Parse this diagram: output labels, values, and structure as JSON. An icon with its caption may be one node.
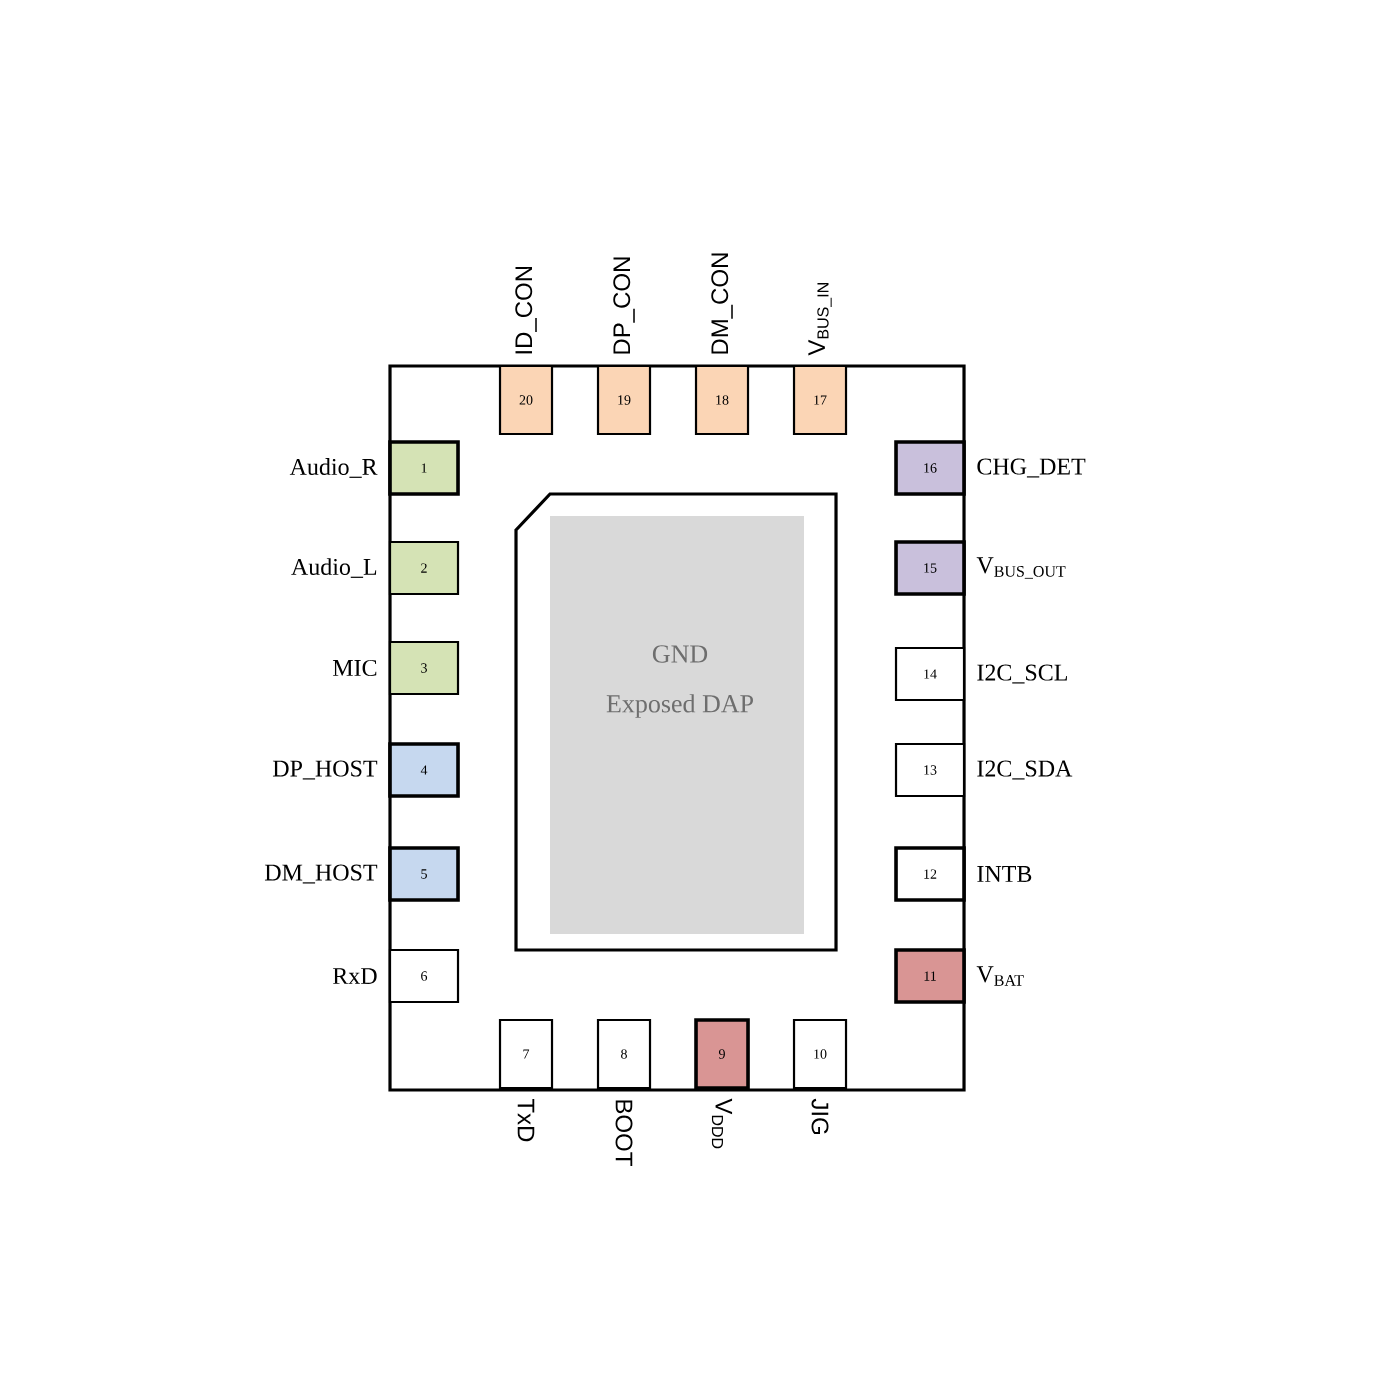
{
  "diagram": {
    "nodes": [
      {
        "text": [],
        "shape": "box"
      },
      {
        "text": [
          "1"
        ],
        "in": 0,
        "beside": [
          "Audio_R"
        ]
      },
      {
        "text": [
          "2"
        ],
        "in": 0,
        "beside": [
          "Audio_L"
        ]
      },
      {
        "text": [
          "3"
        ],
        "in": 0,
        "beside": [
          "MIC"
        ]
      },
      {
        "text": [
          "4"
        ],
        "in": 0,
        "beside": [
          "DP_HOST"
        ]
      },
      {
        "text": [
          "5"
        ],
        "in": 0,
        "beside": [
          "DM_HOST"
        ]
      },
      {
        "text": [
          "6"
        ],
        "in": 0,
        "beside": [
          "RxD"
        ]
      },
      {
        "text": [
          "7"
        ],
        "in": 0,
        "beside": [
          "TxD"
        ]
      },
      {
        "text": [
          "8"
        ],
        "in": 0,
        "beside": [
          "BOOT"
        ]
      },
      {
        "text": [
          "9"
        ],
        "in": 0,
        "beside": [
          "V$_{DDD}$"
        ]
      },
      {
        "text": [
          "10"
        ],
        "in": 0,
        "beside": [
          "JIG"
        ]
      },
      {
        "text": [
          "11"
        ],
        "in": 0,
        "beside": [
          "V$_{BAT}$"
        ]
      },
      {
        "text": [
          "12"
        ],
        "in": 0,
        "beside": [
          "INTB"
        ]
      },
      {
        "text": [
          "13"
        ],
        "in": 0,
        "beside": [
          "I2C_SDA"
        ]
      },
      {
        "text": [
          "14"
        ],
        "in": 0,
        "beside": [
          "I2C_SCL"
        ]
      },
      {
        "text": [
          "15"
        ],
        "in": 0,
        "beside": [
          "V$_{BUS_OUT}$"
        ]
      },
      {
        "text": [
          "16"
        ],
        "in": 0,
        "beside": [
          "CHG_DET"
        ]
      },
      {
        "text": [
          "17"
        ],
        "in": 0,
        "beside": [
          "V$_{BUS_IN}$"
        ]
      },
      {
        "text": [
          "18"
        ],
        "in": 0,
        "beside": [
          "DM_CON"
        ]
      },
      {
        "text": [
          "19"
        ],
        "in": 0,
        "beside": [
          "DP_CON"
        ]
      },
      {
        "text": [
          "20"
        ],
        "in": 0,
        "beside": [
          "ID_CON"
        ]
      },
      {
        "text": [
          "GND",
          "Exposed DAP"
        ],
        "in": 0
      }
    ],
    "edges": []
  }
}
